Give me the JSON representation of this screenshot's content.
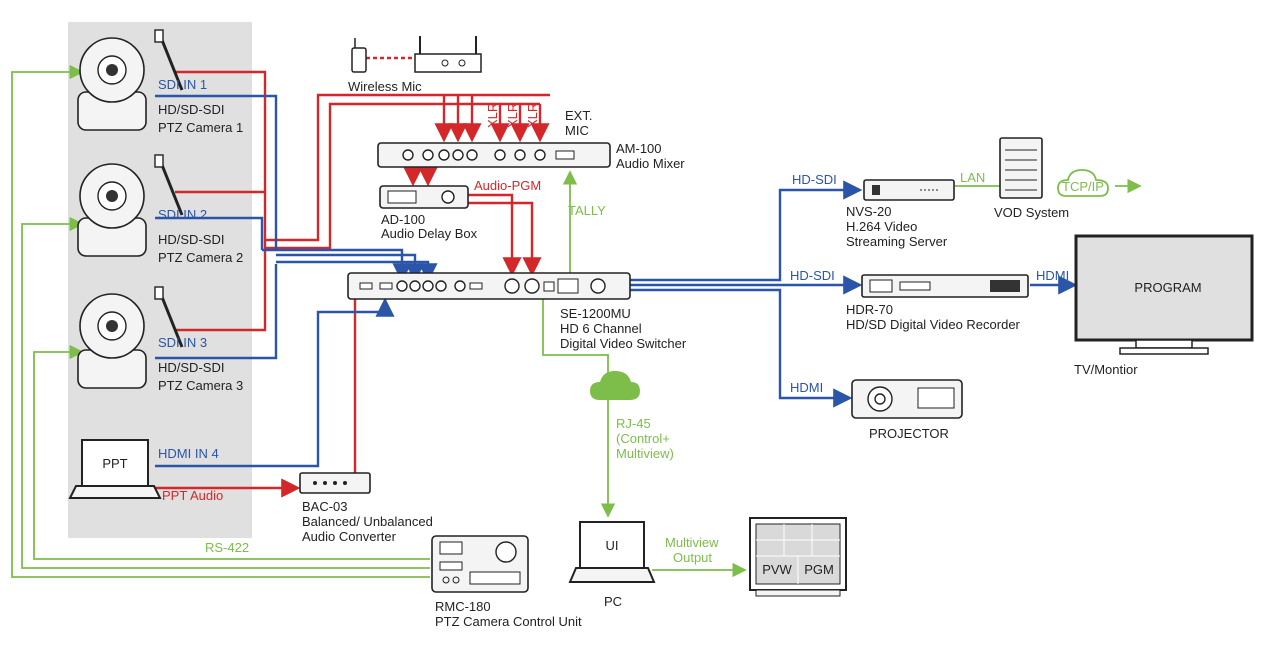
{
  "cameras": [
    {
      "input": "SDI IN 1",
      "line1": "HD/SD-SDI",
      "line2": "PTZ Camera 1"
    },
    {
      "input": "SDI IN 2",
      "line1": "HD/SD-SDI",
      "line2": "PTZ Camera 2"
    },
    {
      "input": "SDI IN 3",
      "line1": "HD/SD-SDI",
      "line2": "PTZ Camera 3"
    }
  ],
  "laptop": {
    "screen": "PPT",
    "input": "HDMI IN 4",
    "audio": "PPT Audio"
  },
  "wireless_mic": "Wireless Mic",
  "xlr_labels": [
    "XLR",
    "XLR",
    "XLR"
  ],
  "ext_mic": [
    "EXT.",
    "MIC"
  ],
  "audio_mixer": [
    "AM-100",
    "Audio Mixer"
  ],
  "audio_pgm": "Audio-PGM",
  "delay_box": [
    "AD-100",
    "Audio Delay Box"
  ],
  "tally": "TALLY",
  "switcher": [
    "SE-1200MU",
    "HD 6 Channel",
    "Digital Video Switcher"
  ],
  "streaming": {
    "link": "HD-SDI",
    "lines": [
      "NVS-20",
      "H.264 Video",
      "Streaming Server"
    ]
  },
  "lan": "LAN",
  "vod": "VOD System",
  "cloud_label": "TCP/IP",
  "recorder": {
    "link": "HD-SDI",
    "lines": [
      "HDR-70",
      "HD/SD Digital Video Recorder"
    ]
  },
  "hdmi_out": "HDMI",
  "tv": {
    "screen": "PROGRAM",
    "caption": "TV/Montior"
  },
  "projector": {
    "link": "HDMI",
    "caption": "PROJECTOR"
  },
  "rj45": [
    "RJ-45",
    "(Control+",
    "Multiview)"
  ],
  "converter": [
    "BAC-03",
    "Balanced/ Unbalanced",
    "Audio Converter"
  ],
  "rs422": "RS-422",
  "controller": [
    "RMC-180",
    "PTZ Camera Control Unit"
  ],
  "pc": {
    "screen": "UI",
    "caption": "PC"
  },
  "multiview_output": [
    "Multiview",
    "Output"
  ],
  "monitor_tiles": [
    "PVW",
    "PGM"
  ],
  "colors": {
    "video_sdi": "#2a55a8",
    "audio": "#d4272a",
    "control": "#7dbd4a",
    "panel": "#e0e0e0"
  }
}
